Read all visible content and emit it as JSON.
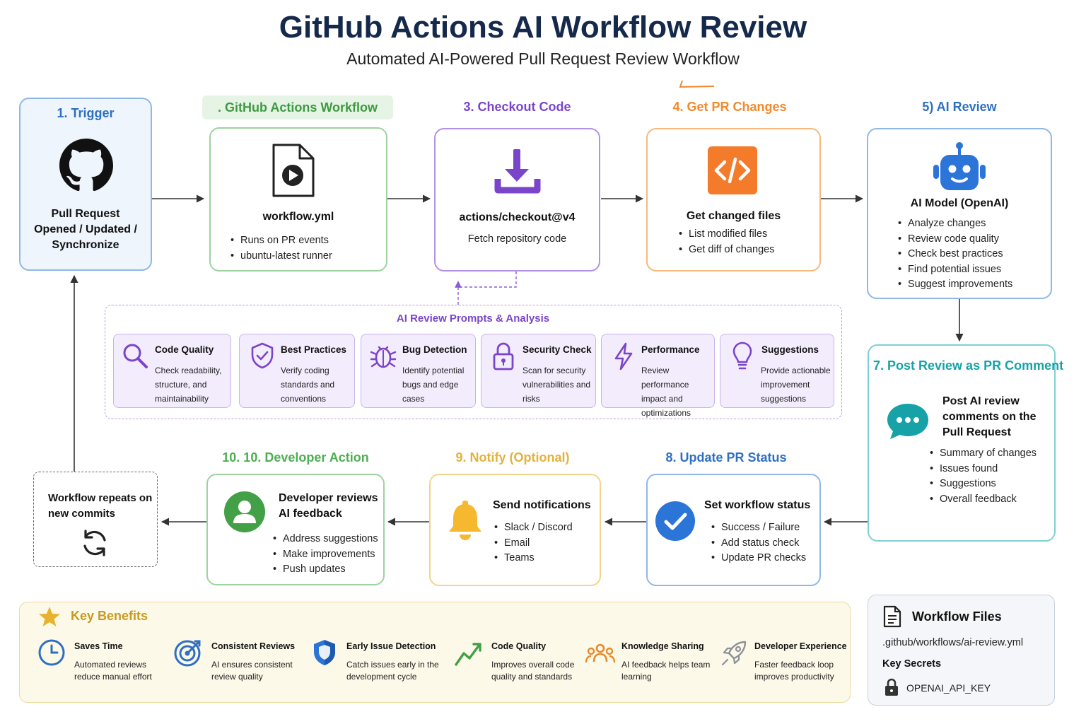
{
  "header": {
    "title": "GitHub Actions AI Workflow Review",
    "subtitle": "Automated AI-Powered Pull Request Review Workflow"
  },
  "steps": {
    "trigger": {
      "label": "1. Trigger",
      "text": "Pull Request Opened / Updated / Synchronize",
      "icon": "github-icon"
    },
    "workflow": {
      "label": ". GitHub Actions Workflow",
      "title": "workflow.yml",
      "items": [
        "Runs on PR events",
        "ubuntu-latest runner"
      ],
      "icon": "play-file-icon"
    },
    "checkout": {
      "label": "3. Checkout Code",
      "title": "actions/checkout@v4",
      "text": "Fetch repository code",
      "icon": "download-icon"
    },
    "changes": {
      "label": "4. Get PR Changes",
      "title": "Get changed files",
      "items": [
        "List modified files",
        "Get diff of changes"
      ],
      "icon": "code-icon"
    },
    "review": {
      "label": "5) AI Review",
      "title": "AI Model (OpenAI)",
      "items": [
        "Analyze changes",
        "Review code quality",
        "Check best practices",
        "Find potential issues",
        "Suggest improvements"
      ],
      "icon": "robot-icon"
    },
    "post": {
      "label": "7. Post Review as PR Comment",
      "title": "Post AI review comments on the Pull Request",
      "items": [
        "Summary of changes",
        "Issues found",
        "Suggestions",
        "Overall feedback"
      ],
      "icon": "chat-bubble-icon"
    },
    "status": {
      "label": "8. Update PR Status",
      "title": "Set workflow status",
      "items": [
        "Success / Failure",
        "Add status check",
        "Update PR checks"
      ],
      "icon": "check-circle-icon"
    },
    "notify": {
      "label": "9. Notify (Optional)",
      "title": "Send notifications",
      "items": [
        "Slack / Discord",
        "Email",
        "Teams"
      ],
      "icon": "bell-icon"
    },
    "developer": {
      "label": "10. 10. Developer Action",
      "title": "Developer reviews AI feedback",
      "items": [
        "Address suggestions",
        "Make improvements",
        "Push updates"
      ],
      "icon": "user-icon"
    },
    "repeat": {
      "text": "Workflow repeats on new commits",
      "icon": "refresh-icon"
    }
  },
  "prompts": {
    "title": "AI Review Prompts & Analysis",
    "items": [
      {
        "title": "Code Quality",
        "text": "Check readability, structure, and maintainability",
        "icon": "magnifier-icon"
      },
      {
        "title": "Best Practices",
        "text": "Verify coding standards and conventions",
        "icon": "shield-check-icon"
      },
      {
        "title": "Bug Detection",
        "text": "Identify potential bugs and edge cases",
        "icon": "bug-icon"
      },
      {
        "title": "Security Check",
        "text": "Scan for security vulnerabilities and risks",
        "icon": "lock-icon"
      },
      {
        "title": "Performance",
        "text": "Review performance impact and optimizations",
        "icon": "lightning-icon"
      },
      {
        "title": "Suggestions",
        "text": "Provide actionable improvement suggestions",
        "icon": "lightbulb-icon"
      }
    ]
  },
  "benefits": {
    "title": "Key Benefits",
    "items": [
      {
        "title": "Saves Time",
        "text": "Automated reviews reduce manual effort",
        "icon": "clock-icon"
      },
      {
        "title": "Consistent Reviews",
        "text": "AI ensures consistent review quality",
        "icon": "target-icon"
      },
      {
        "title": "Early Issue Detection",
        "text": "Catch issues early in the development cycle",
        "icon": "shield-icon"
      },
      {
        "title": "Code Quality",
        "text": "Improves overall code quality and standards",
        "icon": "trend-up-icon"
      },
      {
        "title": "Knowledge Sharing",
        "text": "AI feedback helps team learning",
        "icon": "team-icon"
      },
      {
        "title": "Developer Experience",
        "text": "Faster feedback loop improves productivity",
        "icon": "rocket-icon"
      }
    ]
  },
  "files": {
    "title": "Workflow Files",
    "path": ".github/workflows/ai-review.yml",
    "secrets_label": "Key Secrets",
    "secret": "OPENAI_API_KEY"
  },
  "colors": {
    "blue": "#2f6fc2",
    "green": "#4caf50",
    "purple": "#7b45c9",
    "orange": "#f28a2e",
    "teal": "#17a2a8",
    "yellow": "#e3b23c",
    "navy": "#15294b"
  }
}
